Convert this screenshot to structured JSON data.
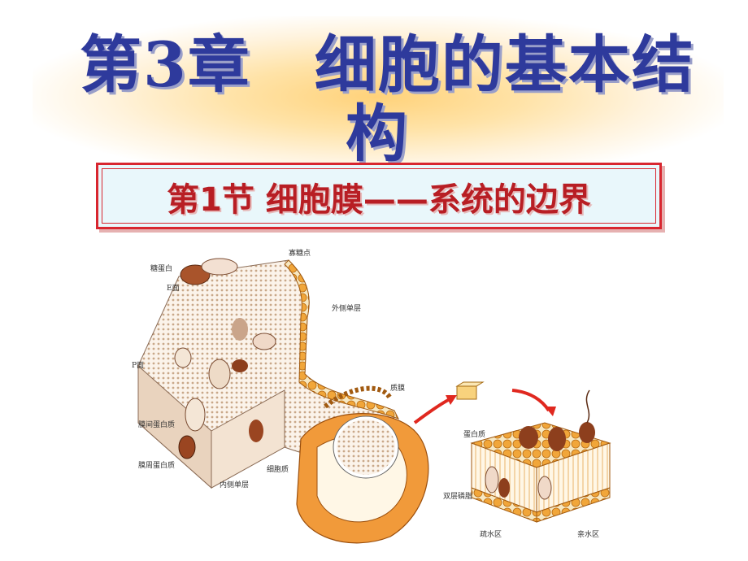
{
  "slide": {
    "title_line1": "第3章　细胞的基本结",
    "title_line2": "构",
    "subtitle": "第1节 细胞膜——系统的边界"
  },
  "figure": {
    "labels": {
      "glycoprotein": "糖蛋白",
      "glycolipid": "寡糖点",
      "e_face": "E面",
      "outer_leaflet": "外侧单层",
      "p_face": "P面",
      "integral_protein": "膜间蛋白质",
      "peripheral_protein": "膜周蛋白质",
      "inner_leaflet": "内侧单层",
      "plasma_membrane": "质膜",
      "cytoplasm": "细胞质",
      "protein": "蛋白质",
      "bilayer": "双层磷脂",
      "hydrophobic": "疏水区",
      "hydrophilic": "亲水区"
    }
  }
}
